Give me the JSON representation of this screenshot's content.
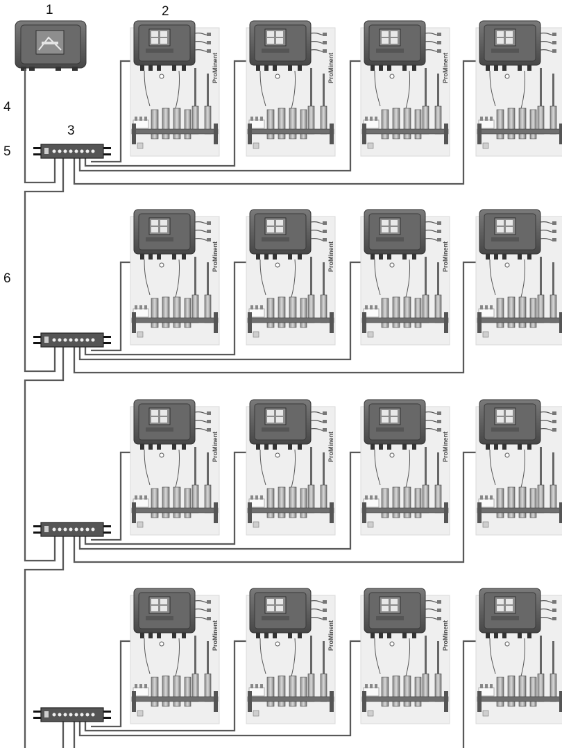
{
  "labels": {
    "gateway": "1",
    "panel": "2",
    "switch": "3",
    "cable_uplink": "4",
    "cable_link": "5",
    "cable_trunk": "6"
  },
  "panel_brand": "ProMinent",
  "layout": {
    "rows": 4,
    "panels_per_row": 4
  },
  "colors": {
    "cable": "#585858",
    "controller_housing": "#5b5b5b",
    "panel_board": "#efefef",
    "switch_body": "#555555"
  }
}
